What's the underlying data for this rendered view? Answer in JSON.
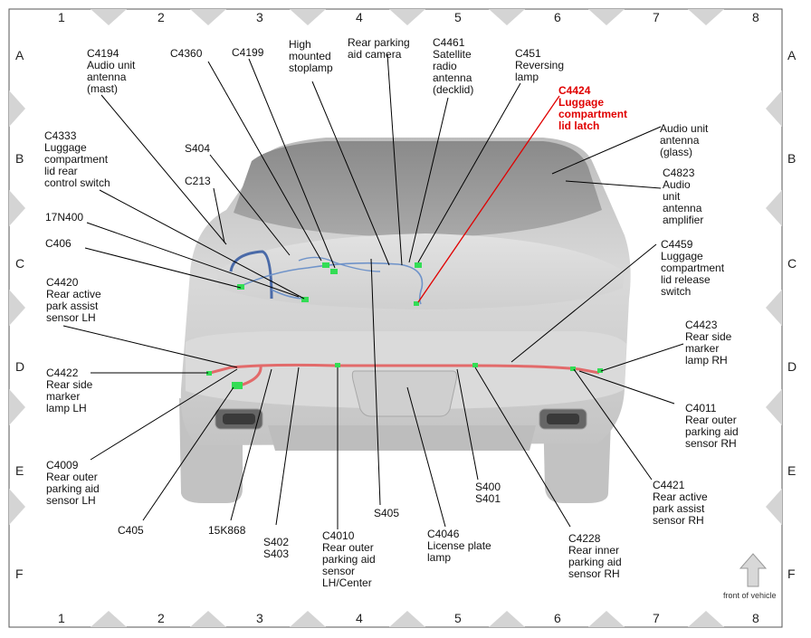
{
  "grid": {
    "columns": [
      "1",
      "2",
      "3",
      "4",
      "5",
      "6",
      "7",
      "8"
    ],
    "rows": [
      "A",
      "B",
      "C",
      "D",
      "E",
      "F"
    ]
  },
  "labels": {
    "c4194": "C4194\nAudio unit\nantenna\n(mast)",
    "c4360": "C4360",
    "c4199": "C4199",
    "high_stoplamp": "High\nmounted\nstoplamp",
    "rear_camera": "Rear parking\naid camera",
    "c4461": "C4461\nSatellite\nradio\nantenna\n(decklid)",
    "c451": "C451\nReversing\nlamp",
    "c4424": "C4424\nLuggage\ncompartment\nlid latch",
    "audio_glass": "Audio unit\nantenna\n(glass)",
    "c4823": "C4823\nAudio\nunit\nantenna\namplifier",
    "c4333": "C4333\nLuggage\ncompartment\nlid rear\ncontrol switch",
    "s404": "S404",
    "c213": "C213",
    "n17n400": "17N400",
    "c406": "C406",
    "c4459": "C4459\nLuggage\ncompartment\nlid release\nswitch",
    "c4420": "C4420\nRear active\npark assist\nsensor LH",
    "c4423": "C4423\nRear side\nmarker\nlamp RH",
    "c4422": "C4422\nRear side\nmarker\nlamp LH",
    "c4011": "C4011\nRear outer\nparking aid\nsensor RH",
    "c4009": "C4009\nRear outer\nparking aid\nsensor LH",
    "c4421": "C4421\nRear active\npark assist\nsensor RH",
    "s400": "S400\nS401",
    "s405": "S405",
    "c405": "C405",
    "n15k868": "15K868",
    "c4228": "C4228\nRear inner\nparking aid\nsensor RH",
    "s402": "S402\nS403",
    "c4010": "C4010\nRear outer\nparking aid\nsensor\nLH/Center",
    "c4046": "C4046\nLicense plate\nlamp"
  },
  "front_hint": "front of vehicle",
  "colors": {
    "highlight": "#e00000",
    "harness_blue": "#6f93c9",
    "harness_red": "#e26a6a",
    "connector_green": "#33dd55",
    "triangle": "#d4d4d4"
  }
}
